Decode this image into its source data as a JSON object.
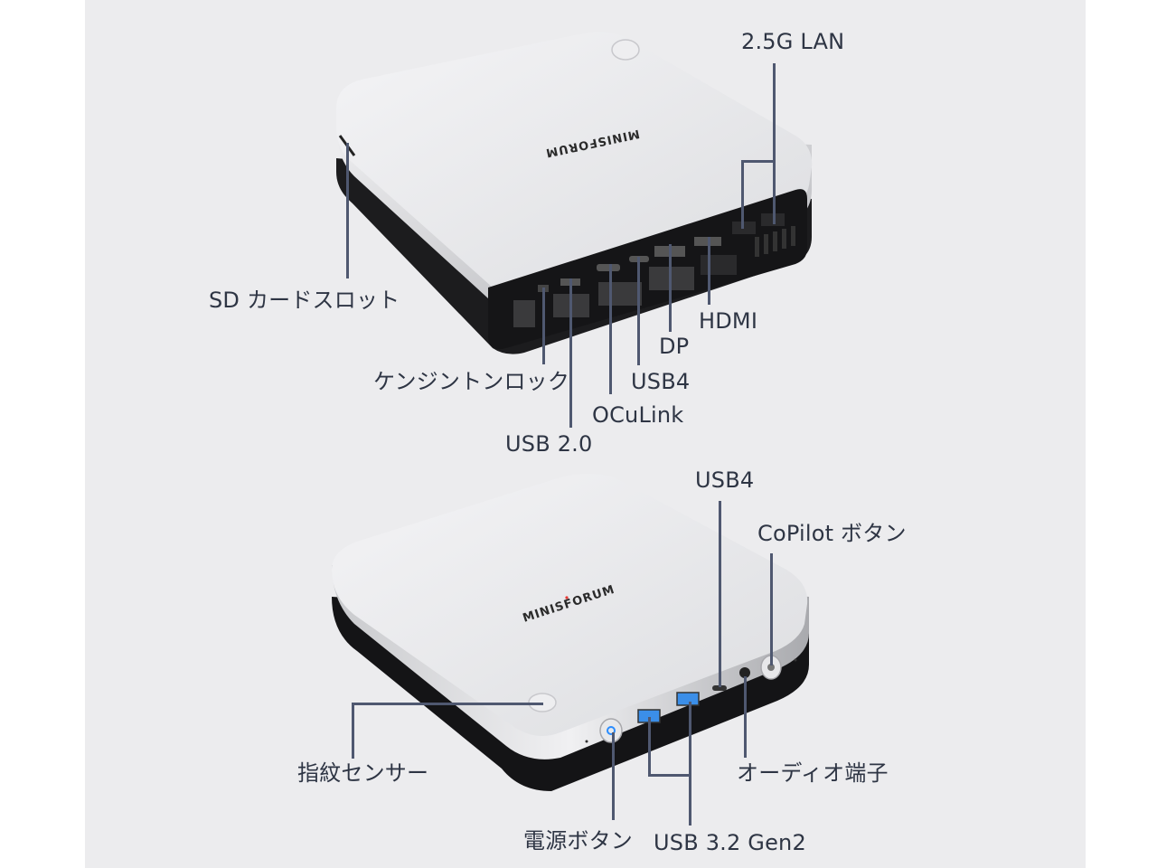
{
  "figure": {
    "background_panel": "#ececee",
    "line_color": "#4f5870",
    "text_color": "#2e3544",
    "brand_logo": "MINISFORUM"
  },
  "rear_view": {
    "labels": {
      "lan": "2.5G LAN",
      "sd_card": "SD カードスロット",
      "hdmi": "HDMI",
      "dp": "DP",
      "kensington": "ケンジントンロック",
      "usb4": "USB4",
      "oculink": "OCuLink",
      "usb20": "USB 2.0"
    }
  },
  "front_view": {
    "labels": {
      "usb4": "USB4",
      "copilot": "CoPilot ボタン",
      "fingerprint": "指紋センサー",
      "audio": "オーディオ端子",
      "power": "電源ボタン",
      "usb32": "USB 3.2 Gen2"
    }
  }
}
